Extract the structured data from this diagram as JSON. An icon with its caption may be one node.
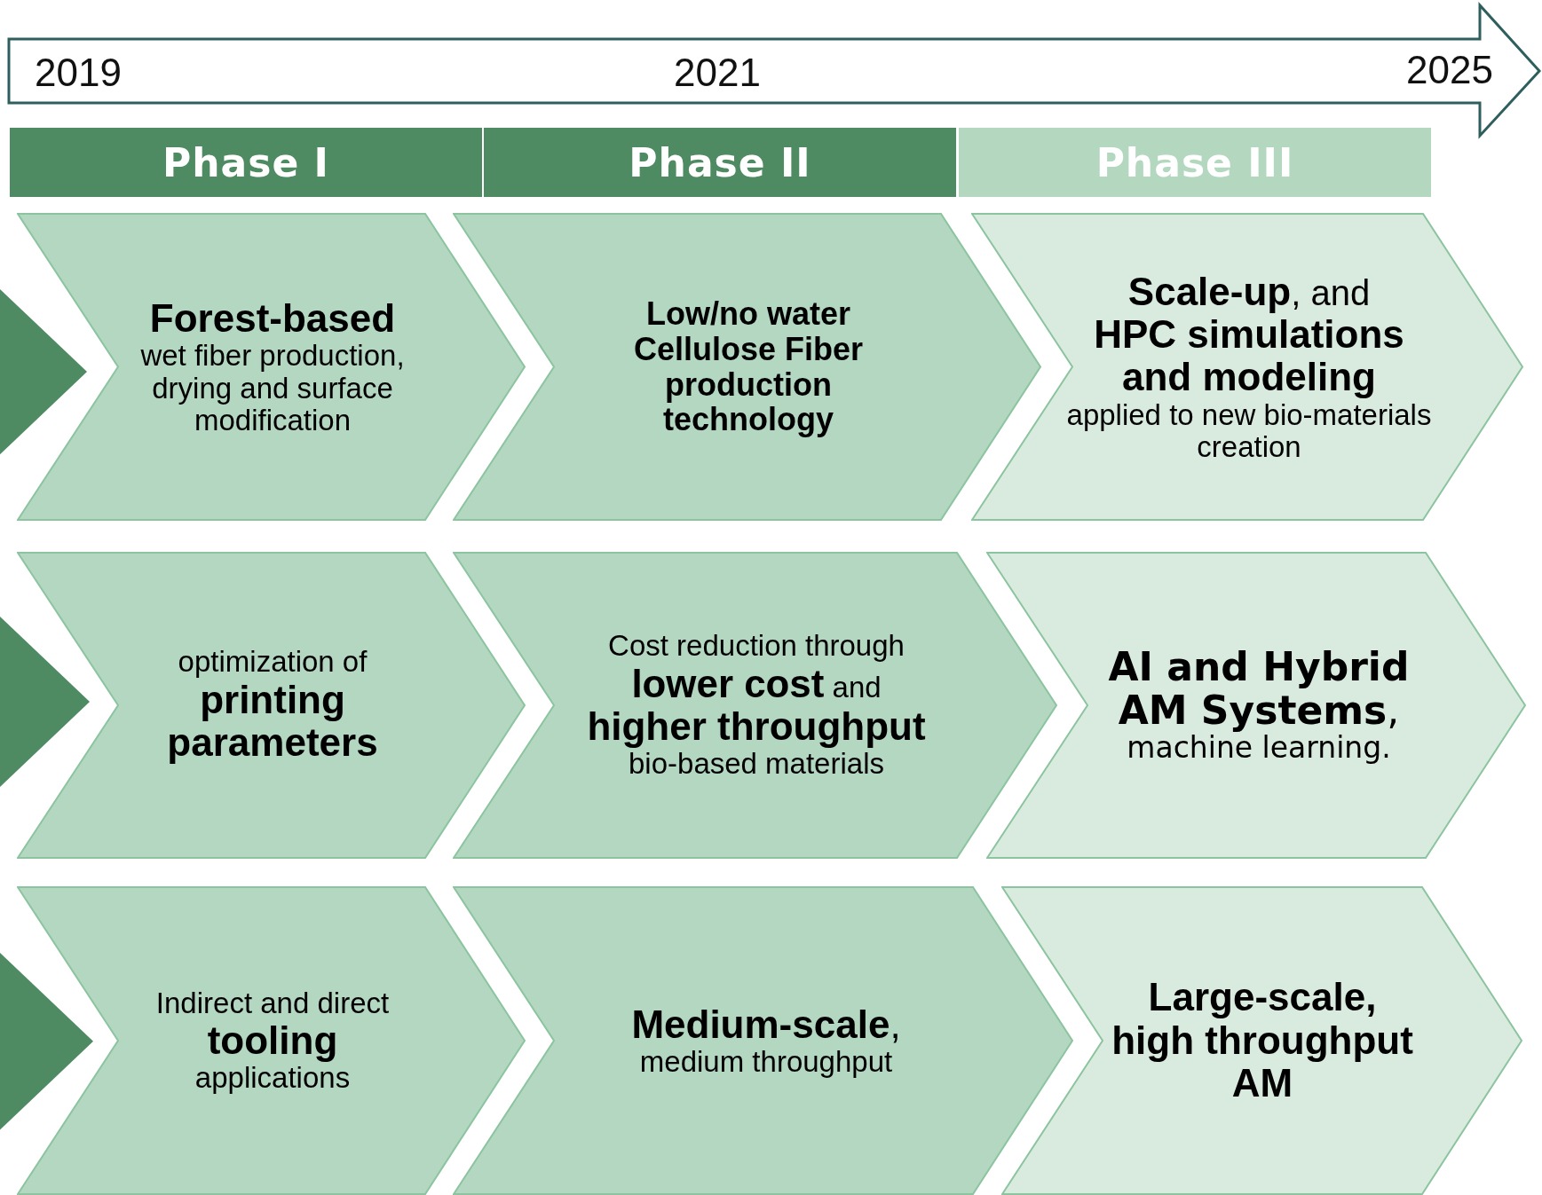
{
  "diagram": {
    "nodes": [
      {
        "text": [
          "Phase I"
        ]
      },
      {
        "text": [
          "Phase II"
        ]
      },
      {
        "text": [
          "Phase III"
        ]
      },
      {
        "text": [],
        "shape": "chevron"
      },
      {
        "text": [
          "Forest-based",
          "wet fiber production, drying and surface modification"
        ]
      },
      {
        "text": [
          "Low/no water Cellulose Fiber production technology"
        ]
      },
      {
        "text": [
          "**Scale-up**, and",
          "HPC simulations and modeling",
          "applied to new bio-materials creation"
        ]
      },
      {
        "text": [],
        "shape": "chevron"
      },
      {
        "text": [
          "optimization of",
          "printing parameters"
        ]
      },
      {
        "text": [
          "Cost reduction through",
          "**lower cost** and",
          "higher throughput",
          "bio-based materials"
        ]
      },
      {
        "text": [
          "**AI and Hybrid AM Systems**,",
          "machine learning."
        ]
      },
      {
        "text": [],
        "shape": "chevron"
      },
      {
        "text": [
          "Indirect and direct",
          "tooling",
          "applications"
        ]
      },
      {
        "text": [
          "**Medium-scale**,",
          "medium throughput"
        ]
      },
      {
        "text": [
          "Large-scale, high throughput AM"
        ]
      }
    ],
    "labels": [
      "2019",
      "2021",
      "2025"
    ]
  }
}
